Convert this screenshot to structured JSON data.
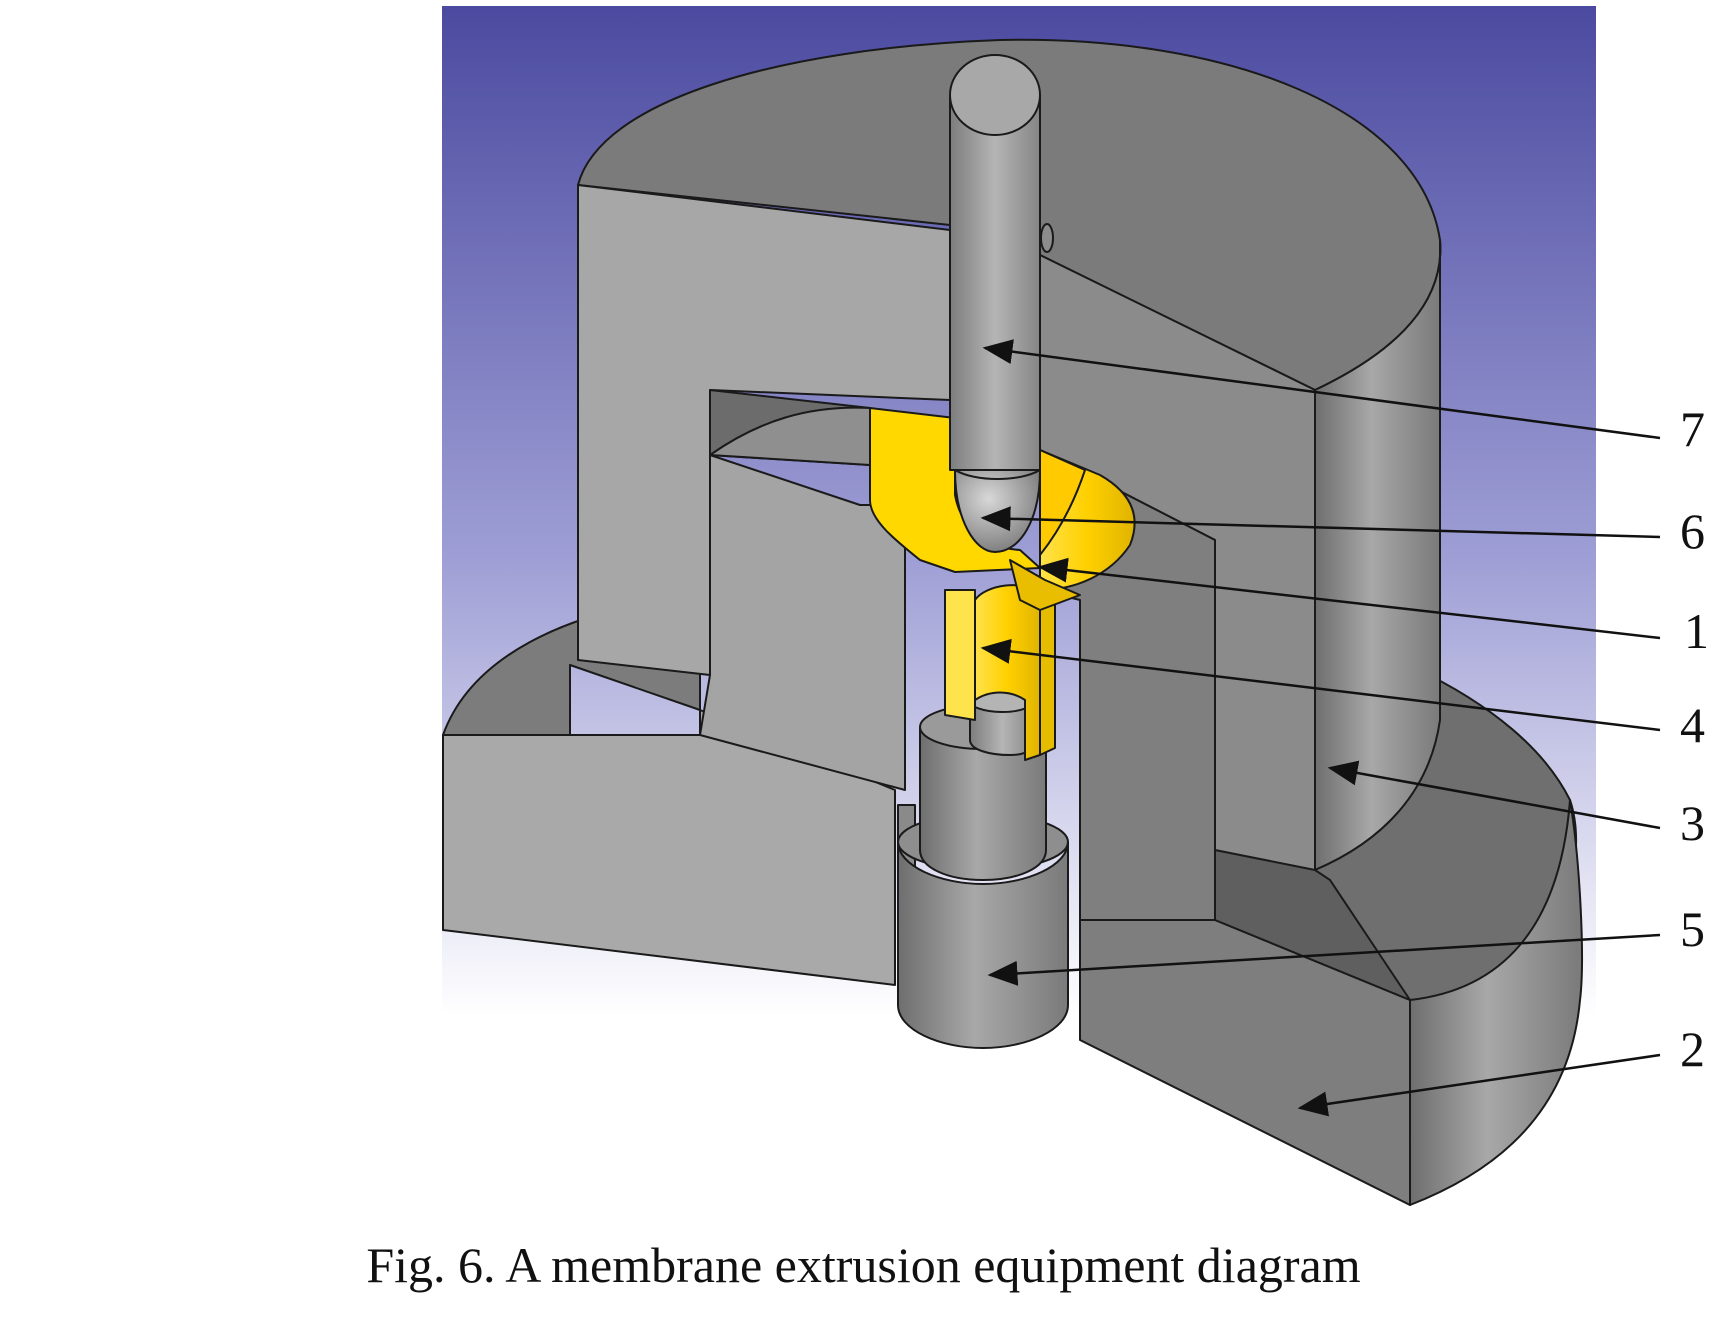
{
  "figure": {
    "caption": "Fig. 6. A membrane extrusion equipment diagram",
    "colors": {
      "background_top": "#4b4aa0",
      "background_bottom": "#ffffff",
      "metal_light": "#a6a6a6",
      "metal_mid": "#8c8c8c",
      "metal_dark": "#6f6f6f",
      "membrane_yellow": "#ffd200"
    },
    "callouts": [
      {
        "label": "7",
        "part": "punch-rod"
      },
      {
        "label": "6",
        "part": "spherical-punch-tip"
      },
      {
        "label": "1",
        "part": "membrane-blank"
      },
      {
        "label": "4",
        "part": "extruded-tube"
      },
      {
        "label": "3",
        "part": "upper-die-body"
      },
      {
        "label": "5",
        "part": "lower-ejector"
      },
      {
        "label": "2",
        "part": "base-die"
      }
    ]
  }
}
